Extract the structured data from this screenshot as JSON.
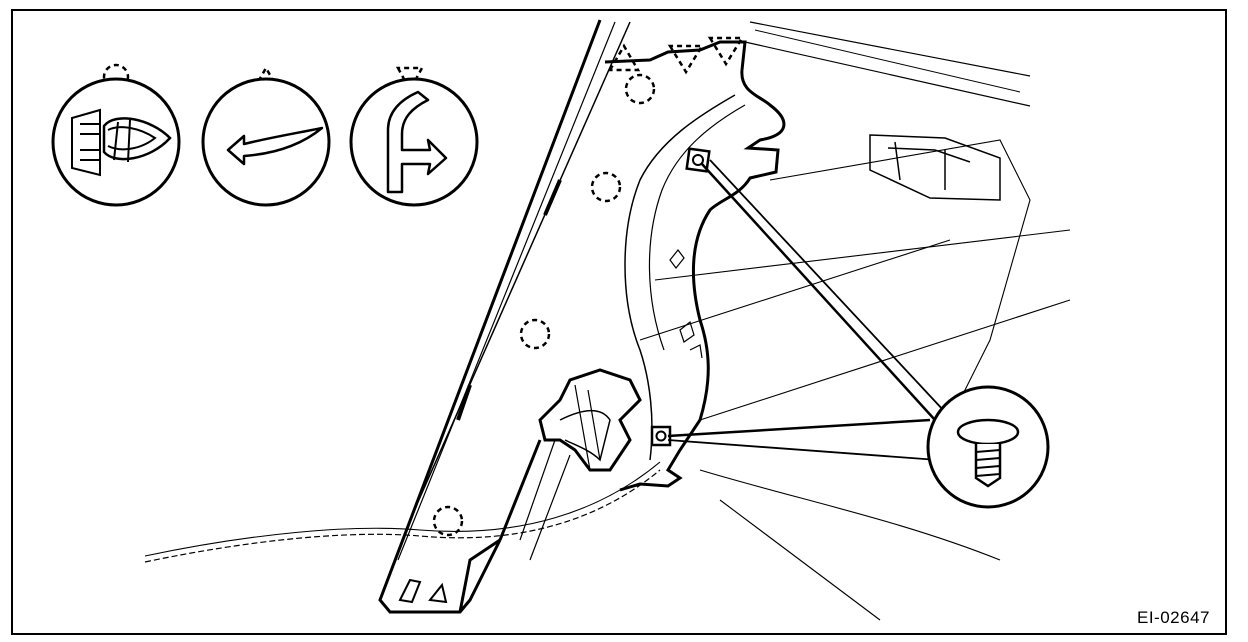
{
  "figure": {
    "reference_code": "EI-02647"
  },
  "legend_symbols": [
    {
      "id": "clip",
      "icon": "clip-icon",
      "marker": "dashed-circle"
    },
    {
      "id": "slide",
      "icon": "slide-arrow-icon",
      "marker": "dashed-triangle-up"
    },
    {
      "id": "hook",
      "icon": "hook-arrow-icon",
      "marker": "dashed-triangle-down"
    }
  ],
  "colors": {
    "line": "#000000",
    "background": "#ffffff"
  }
}
